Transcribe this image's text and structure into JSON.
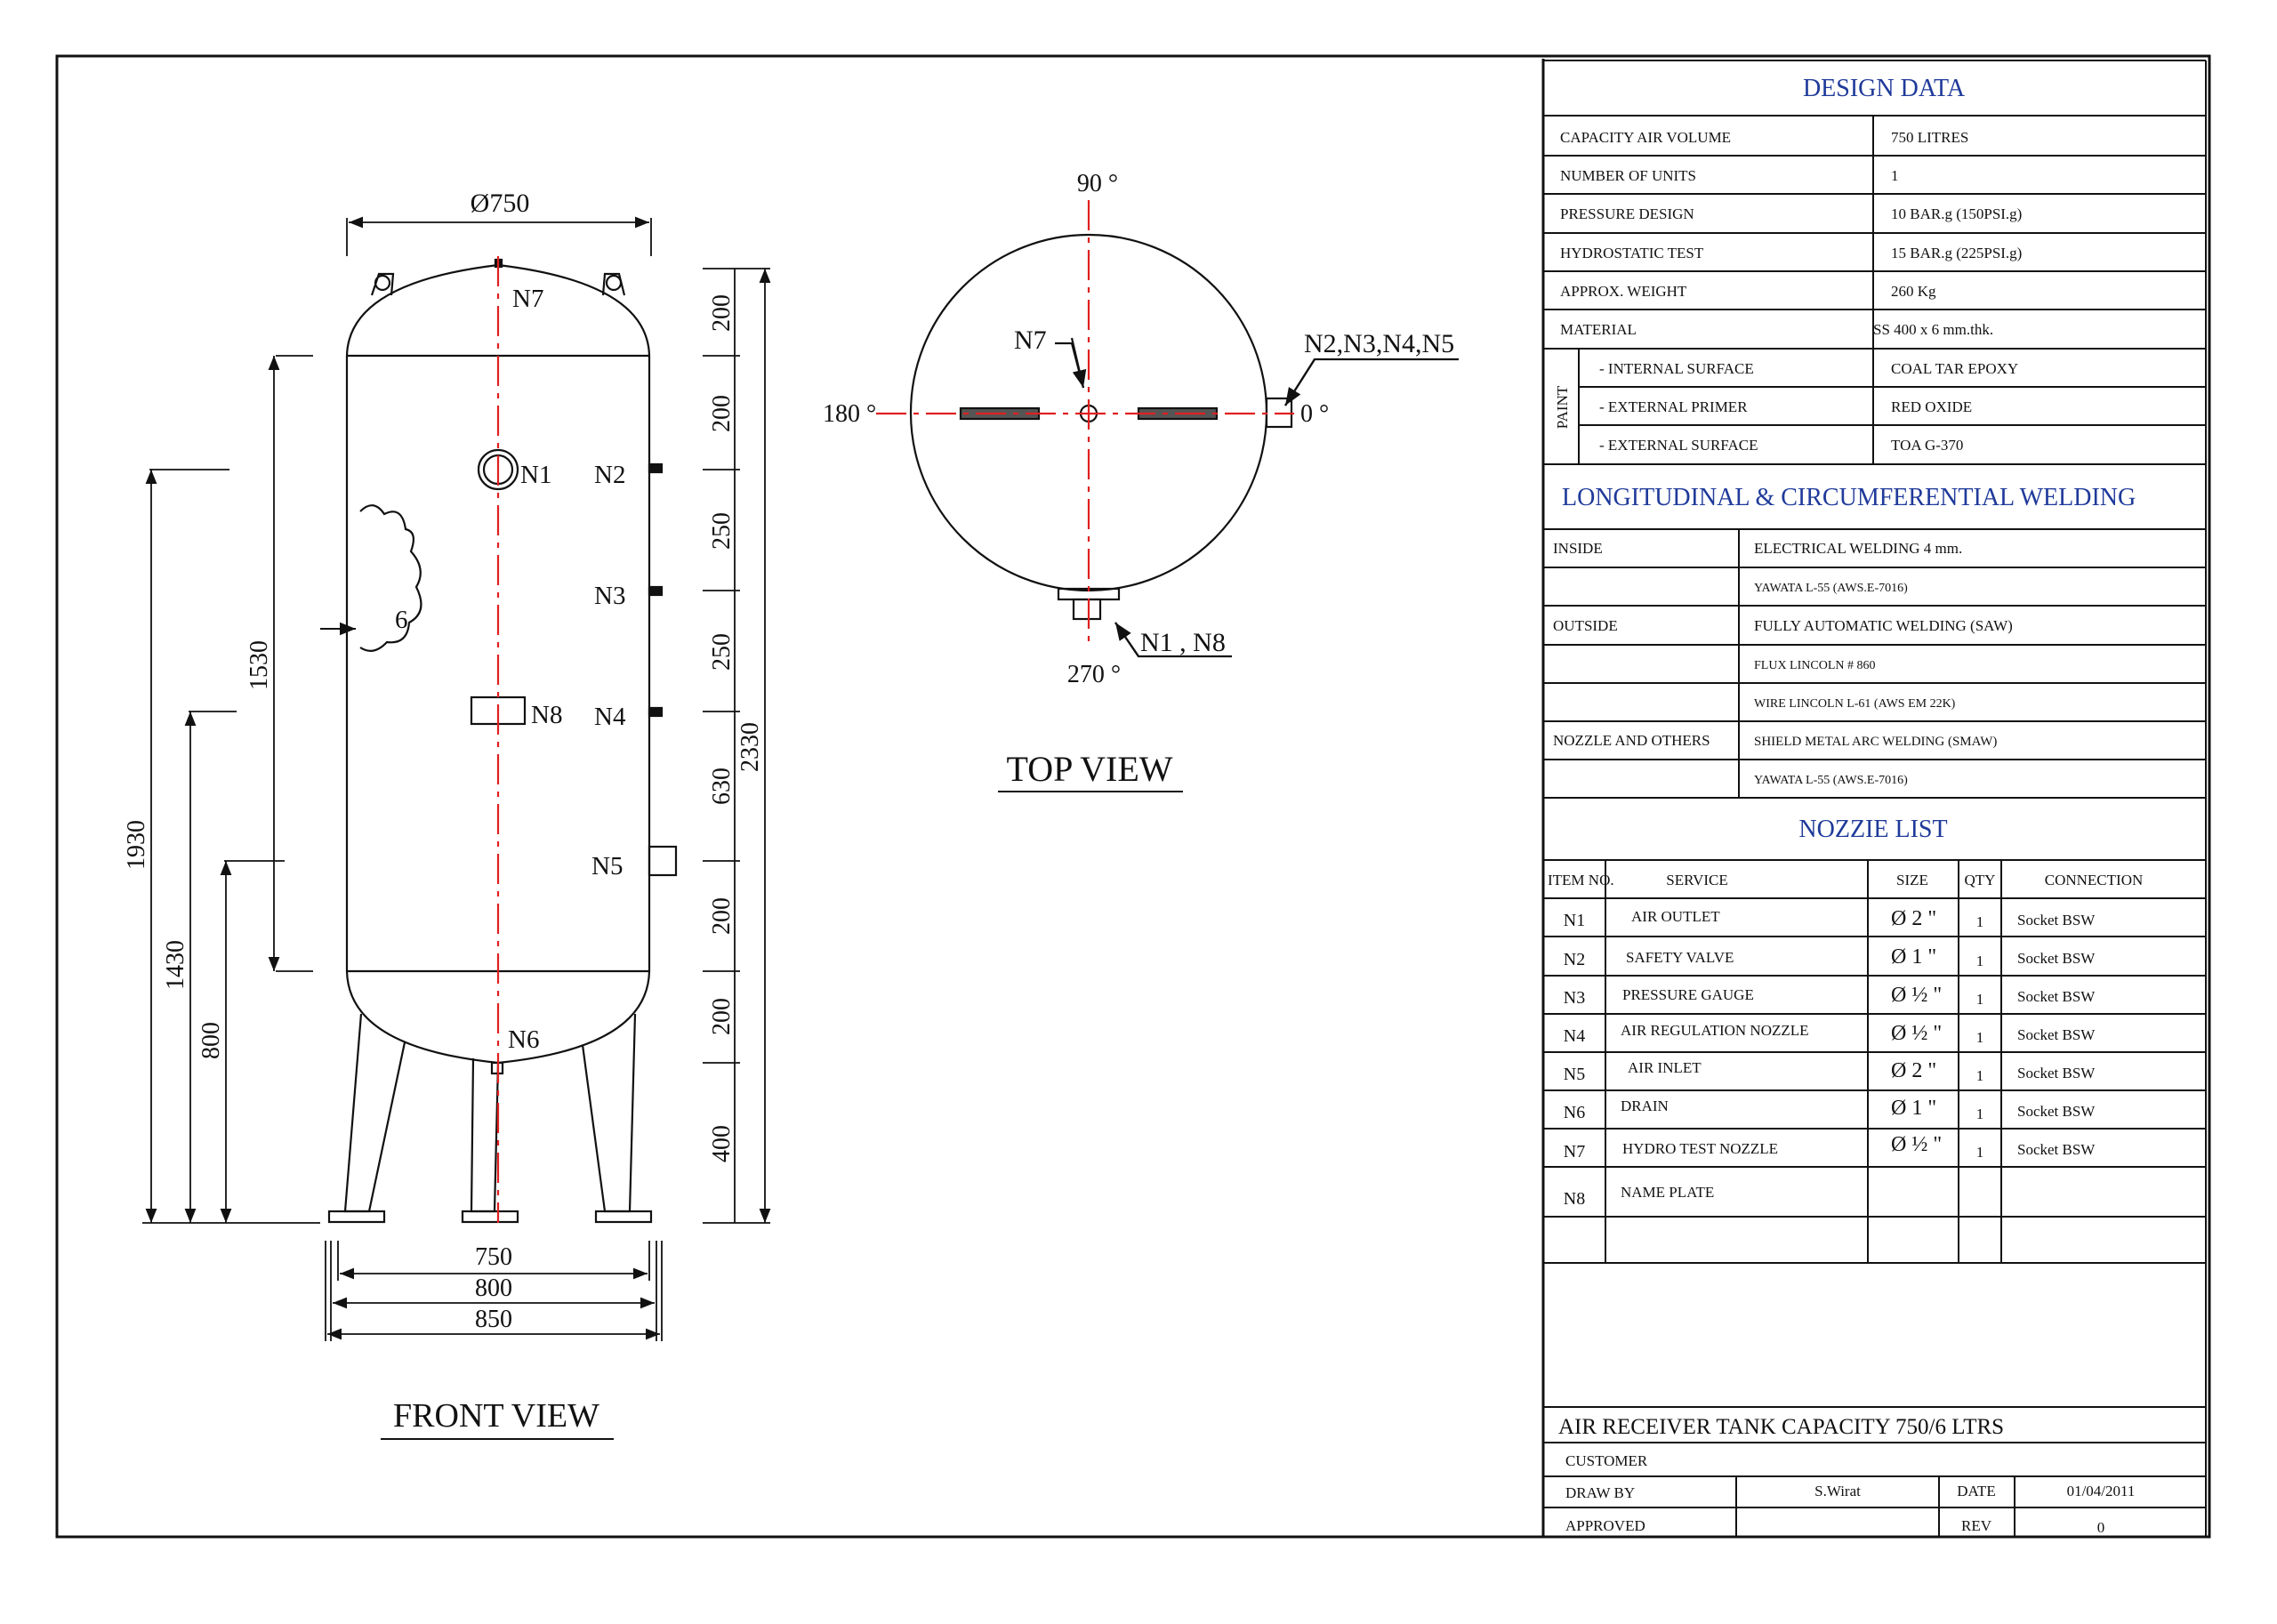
{
  "front_view": {
    "title": "FRONT VIEW",
    "dia_top": "Ø750",
    "nozzles": {
      "n1": "N1",
      "n2": "N2",
      "n3": "N3",
      "n4": "N4",
      "n5": "N5",
      "n6": "N6",
      "n7": "N7",
      "n8": "N8"
    },
    "weld_symbol": "6",
    "dims_right": [
      "200",
      "200",
      "250",
      "250",
      "630",
      "200",
      "200",
      "400"
    ],
    "dim_total": "2330",
    "dims_left": [
      "1530",
      "1930",
      "1430",
      "800"
    ],
    "dims_bottom": [
      "750",
      "800",
      "850"
    ]
  },
  "top_view": {
    "title": "TOP VIEW",
    "angle_90": "90 °",
    "angle_180": "180 °",
    "angle_0": "0 °",
    "angle_270": "270 °",
    "label_n7": "N7",
    "label_group": "N2,N3,N4,N5",
    "label_n1n8": "N1 , N8"
  },
  "design_data": {
    "title": "DESIGN DATA",
    "rows": [
      [
        "CAPACITY  AIR  VOLUME",
        "750  LITRES"
      ],
      [
        "NUMBER OF UNITS",
        "1"
      ],
      [
        "PRESSURE  DESIGN",
        "10  BAR.g  (150PSI.g)"
      ],
      [
        "HYDROSTATIC  TEST",
        "15  BAR.g  (225PSI.g)"
      ],
      [
        "APPROX. WEIGHT",
        "260 Kg"
      ],
      [
        "MATERIAL",
        "SS 400 x 6  mm.thk."
      ]
    ],
    "paint_label": "PAINT",
    "paint_rows": [
      [
        "- INTERNAL  SURFACE",
        "COAL TAR EPOXY"
      ],
      [
        "- EXTERNAL  PRIMER",
        "RED  OXIDE"
      ],
      [
        "- EXTERNAL  SURFACE",
        "TOA G-370"
      ]
    ]
  },
  "welding": {
    "title": "LONGITUDINAL & CIRCUMFERENTIAL WELDING",
    "rows": [
      [
        "INSIDE",
        "ELECTRICAL WELDING 4 mm."
      ],
      [
        "",
        "YAWATA L-55 (AWS.E-7016)"
      ],
      [
        "OUTSIDE",
        "FULLY AUTOMATIC WELDING (SAW)"
      ],
      [
        "",
        "FLUX LINCOLN # 860"
      ],
      [
        "",
        "WIRE LINCOLN L-61 (AWS EM 22K)"
      ],
      [
        "NOZZLE AND OTHERS",
        "SHIELD METAL ARC WELDING (SMAW)"
      ],
      [
        "",
        "YAWATA L-55 (AWS.E-7016)"
      ]
    ]
  },
  "nozzle_list": {
    "title": "NOZZIE  LIST",
    "headers": [
      "ITEM NO.",
      "SERVICE",
      "SIZE",
      "QTY",
      "CONNECTION"
    ],
    "rows": [
      [
        "N1",
        "AIR OUTLET",
        "Ø 2 \"",
        "1",
        "Socket  BSW"
      ],
      [
        "N2",
        "SAFETY  VALVE",
        "Ø 1 \"",
        "1",
        "Socket  BSW"
      ],
      [
        "N3",
        "PRESSURE  GAUGE",
        "Ø ½ \"",
        "1",
        "Socket  BSW"
      ],
      [
        "N4",
        "AIR  REGULATION NOZZLE",
        "Ø ½ \"",
        "1",
        "Socket  BSW"
      ],
      [
        "N5",
        "AIR INLET",
        "Ø 2 \"",
        "1",
        "Socket  BSW"
      ],
      [
        "N6",
        "DRAIN",
        "Ø 1 \"",
        "1",
        "Socket  BSW"
      ],
      [
        "N7",
        "HYDRO TEST NOZZLE",
        "Ø ½ \"",
        "1",
        "Socket  BSW"
      ],
      [
        "N8",
        "NAME  PLATE",
        "",
        "",
        ""
      ]
    ]
  },
  "title_block": {
    "title": "AIR RECEIVER TANK CAPACITY 750/6  LTRS",
    "customer_label": "CUSTOMER",
    "draw_by_label": "DRAW BY",
    "draw_by_value": "S.Wirat",
    "date_label": "DATE",
    "date_value": "01/04/2011",
    "approved_label": "APPROVED",
    "rev_label": "REV",
    "rev_value": "0"
  }
}
